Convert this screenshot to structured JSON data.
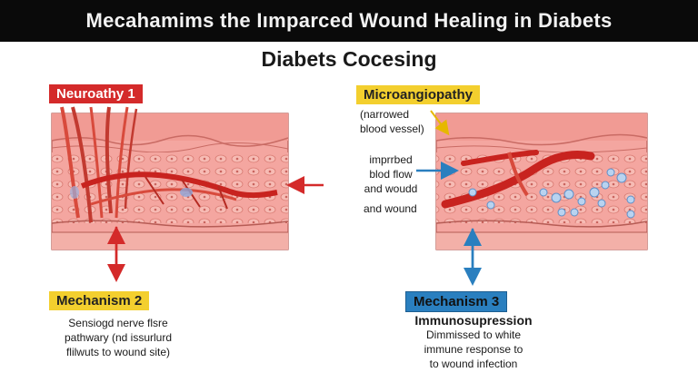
{
  "title": "Mecahamims the Iımparced Wound Healing in Diabets",
  "subtitle": "Diabets Cocesing",
  "colors": {
    "red": "#d42a2a",
    "yellow": "#f3cf2e",
    "blue": "#2a7fbf",
    "tissue": "#f4a6a0",
    "vessel": "#c8231f"
  },
  "left_panel": {
    "tag": "Neuroathy 1",
    "mechanism_tag": "Mechanism 2",
    "description_lines": [
      "Sensiogd nerve flsre",
      "pathwary (nd issurlurd",
      "flilwuts to wound site)"
    ]
  },
  "right_panel": {
    "tag": "Microangiopathy",
    "vessel_note_lines": [
      "(narrowed",
      "blood vessel)"
    ],
    "flow_note_lines": [
      "imprrbed",
      "blod flow",
      "and woudd"
    ],
    "wound_note": "and wound",
    "mechanism_tag": "Mechanism 3",
    "mechanism_heading": "Immunosupression",
    "description_lines": [
      "Dimmissed to white",
      "immune response to",
      "to wound infection"
    ]
  }
}
